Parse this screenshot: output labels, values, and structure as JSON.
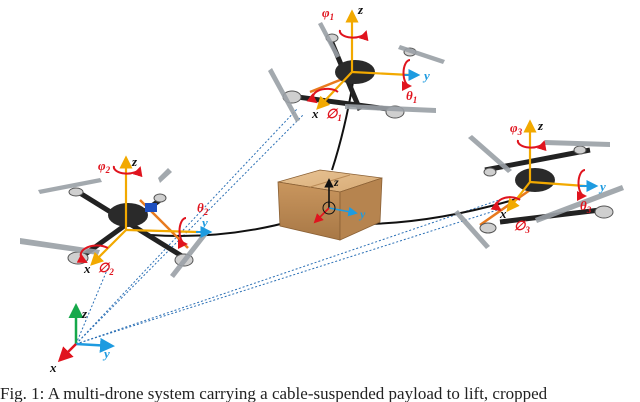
{
  "figure": {
    "caption": "Fig. 1: A multi-drone system carrying a cable-suspended payload to lift, cropped",
    "world_frame": {
      "z": "z",
      "y": "y",
      "x": "x"
    },
    "payload_frame": {
      "z": "z",
      "y": "y",
      "x": "x"
    },
    "drones": [
      {
        "roll": "φ",
        "roll_sub": "2",
        "pitch": "θ",
        "pitch_sub": "2",
        "yaw": "∅",
        "yaw_sub": "2",
        "z": "z",
        "y": "y",
        "x": "x"
      },
      {
        "roll": "φ",
        "roll_sub": "1",
        "pitch": "θ",
        "pitch_sub": "1",
        "yaw": "∅",
        "yaw_sub": "1",
        "z": "z",
        "y": "y",
        "x": "x"
      },
      {
        "roll": "φ",
        "roll_sub": "3",
        "pitch": "θ",
        "pitch_sub": "3",
        "yaw": "∅",
        "yaw_sub": "3",
        "z": "z",
        "y": "y",
        "x": "x"
      }
    ],
    "colors": {
      "z_axis": "#f2a900",
      "y_axis": "#1e9be0",
      "x_axis": "#e0141e",
      "world_z": "#16a84a",
      "rotation": "#e0141e",
      "cable": "#111111",
      "sightline": "#2a6fb5",
      "arm": "#222222",
      "motor": "#d9d9d9",
      "accent": "#e87a1e"
    }
  }
}
